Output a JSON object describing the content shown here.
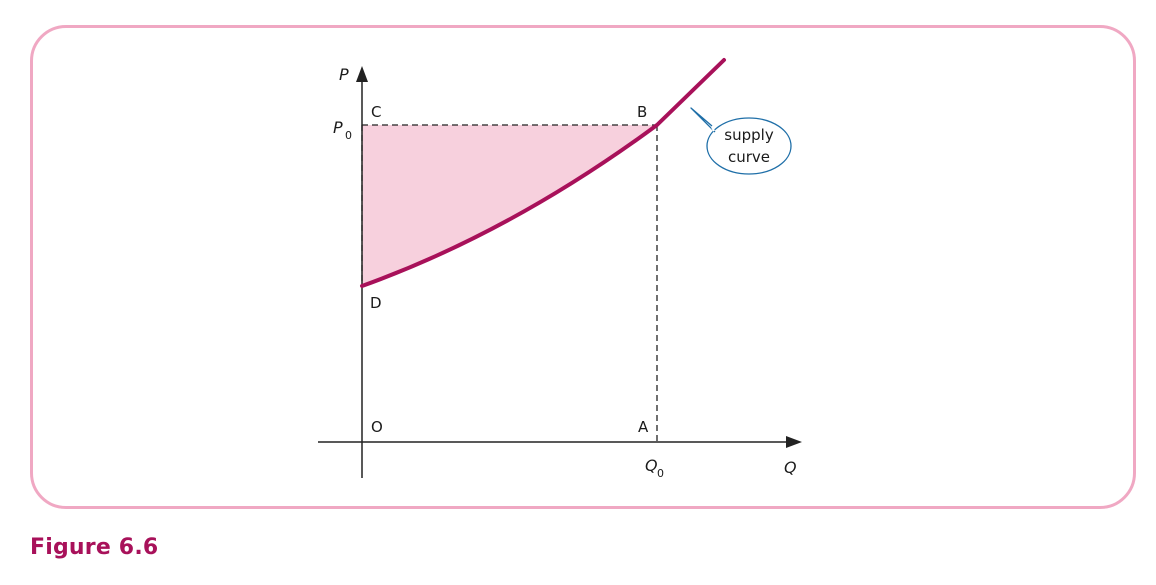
{
  "figure": {
    "caption": "Figure 6.6"
  },
  "diagram": {
    "y_axis_label": "P",
    "x_axis_label": "Q",
    "price_label": "P",
    "price_subscript": "0",
    "quantity_label": "Q",
    "quantity_subscript": "0",
    "points": {
      "origin": "O",
      "a": "A",
      "b": "B",
      "c": "C",
      "d": "D"
    },
    "callout": {
      "line1": "supply",
      "line2": "curve"
    },
    "colors": {
      "curve": "#a8115a",
      "shaded_area": "#f7d0dd",
      "frame_border": "#f0a8c3",
      "callout_border": "#1f6fa8",
      "caption": "#a8115a"
    }
  }
}
